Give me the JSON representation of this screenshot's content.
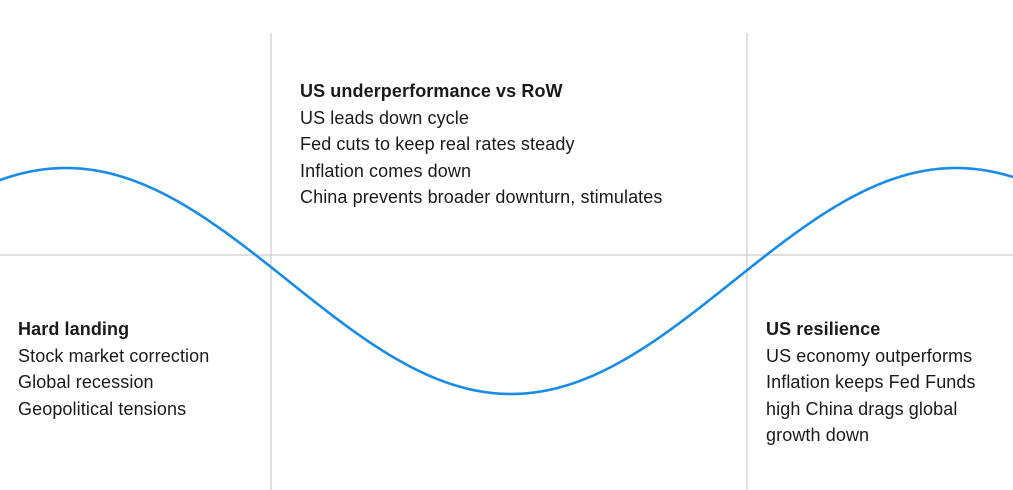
{
  "colors": {
    "wave": "#1a8ce8",
    "gridline": "#cccccc",
    "text": "#1a1a1a"
  },
  "blocks": {
    "center": {
      "heading": "US underperformance vs RoW",
      "lines": [
        "US leads down cycle",
        "Fed cuts to keep real rates steady",
        "Inflation comes down",
        "China prevents broader downturn, stimulates"
      ]
    },
    "left": {
      "heading": "Hard landing",
      "lines": [
        "Stock market correction",
        "Global recession",
        "Geopolitical tensions"
      ]
    },
    "right": {
      "heading": "US resilience",
      "lines": [
        "US economy outperforms",
        "Inflation keeps Fed Funds",
        "high China drags global",
        "growth down"
      ]
    }
  }
}
